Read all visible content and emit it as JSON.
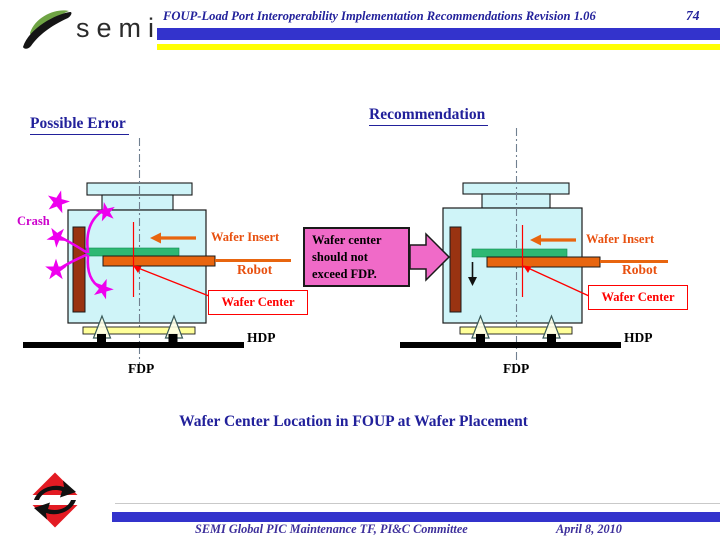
{
  "header": {
    "logo_text": "semi",
    "logo_icon": "semi-swoosh-logo",
    "title": "FOUP-Load Port Interoperability Implementation Recommendations Revision 1.06",
    "page_number": "74"
  },
  "left_diagram": {
    "title": "Possible Error",
    "crash_label": "Crash",
    "wafer_insert_label": "Wafer Insert",
    "robot_label": "Robot",
    "wafer_center_label": "Wafer Center",
    "hdp_label": "HDP",
    "fdp_label": "FDP"
  },
  "right_diagram": {
    "title": "Recommendation",
    "wafer_insert_label": "Wafer Insert",
    "robot_label": "Robot",
    "wafer_center_label": "Wafer Center",
    "hdp_label": "HDP",
    "fdp_label": "FDP"
  },
  "callout": {
    "text": "Wafer center should not exceed FDP."
  },
  "caption": "Wafer Center Location in FOUP at Wafer Placement",
  "footer": {
    "logo_icon": "semi-diamond-logo",
    "committee": "SEMI Global PIC Maintenance TF, PI&C Committee",
    "date": "April 8, 2010"
  },
  "colors": {
    "title_blue": "#22219B",
    "bar_blue": "#3333CC",
    "bar_yellow": "#FFFF00",
    "foup_fill": "#CFF4F8",
    "door_brown": "#993311",
    "wafer_green": "#2EB873",
    "robot_orange": "#E8650F",
    "label_orange": "#E8500F",
    "crash_magenta": "#EE00EE",
    "pointer_red": "#FF0000",
    "plate_yellow": "#FFFF99",
    "callout_pink": "#F06AC8",
    "footer_text_purple": "#3D2F9B"
  }
}
